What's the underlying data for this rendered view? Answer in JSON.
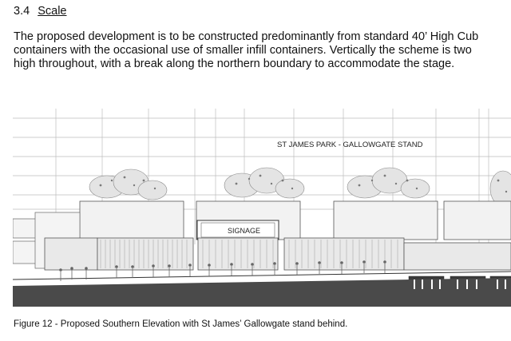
{
  "section": {
    "number": "3.4",
    "title": "Scale"
  },
  "paragraph_lines": [
    "The proposed development is to be constructed predominantly from standard 40’ High Cub",
    "containers with the occasional use of smaller infill containers. Vertically the scheme is two",
    "high throughout, with a break along the northern boundary to accommodate the stage."
  ],
  "figure": {
    "stand_label": "ST JAMES PARK - GALLOWGATE STAND",
    "signage_label": "SIGNAGE",
    "caption": "Figure 12 - Proposed Southern Elevation with St James’ Gallowgate stand behind."
  }
}
